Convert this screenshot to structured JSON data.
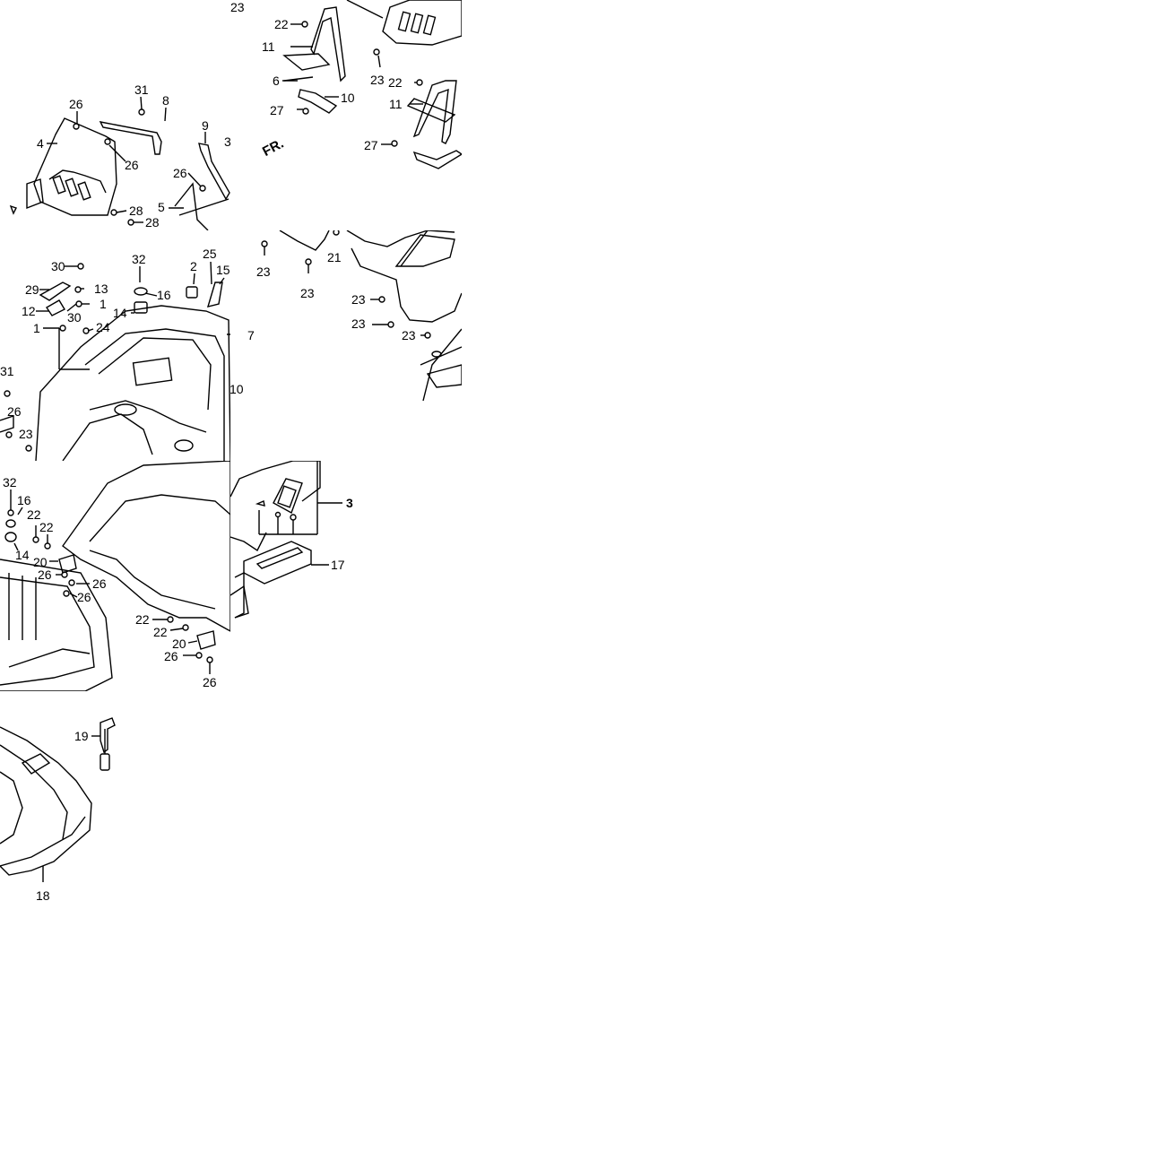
{
  "diagram": {
    "direction_label": "FR.",
    "callouts": [
      "23",
      "22",
      "11",
      "6",
      "10",
      "27",
      "23",
      "22",
      "11",
      "27",
      "31",
      "8",
      "26",
      "4",
      "26",
      "9",
      "3",
      "26",
      "5",
      "28",
      "28",
      "23",
      "21",
      "23",
      "23",
      "23",
      "23",
      "30",
      "29",
      "13",
      "12",
      "30",
      "1",
      "1",
      "32",
      "16",
      "14",
      "24",
      "2",
      "25",
      "15",
      "7",
      "31",
      "26",
      "10",
      "23",
      "32",
      "16",
      "22",
      "22",
      "14",
      "20",
      "26",
      "26",
      "26",
      "22",
      "22",
      "20",
      "26",
      "26",
      "3",
      "17",
      "19",
      "18"
    ]
  }
}
